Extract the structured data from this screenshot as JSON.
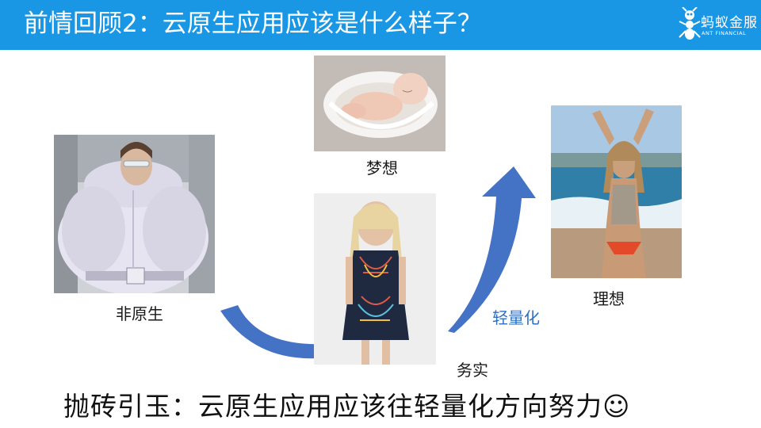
{
  "header": {
    "title": "前情回顾2：云原生应用应该是什么样子？",
    "logo_name": "蚂蚁金服",
    "logo_sub": "ANT FINANCIAL",
    "logo_icon": "ant-icon",
    "background": "#1997e4"
  },
  "photos": {
    "non_native": {
      "caption": "非原生",
      "depiction": "woman-in-oversized-puffer-jacket"
    },
    "dream": {
      "caption": "梦想",
      "depiction": "sleeping-newborn-baby"
    },
    "reality": {
      "caption": "务实",
      "depiction": "woman-in-embroidered-dress"
    },
    "ideal": {
      "caption": "理想",
      "depiction": "woman-on-beach"
    }
  },
  "arrow_label": "轻量化",
  "arrow_color": "#4472c4",
  "bottom_text": "抛砖引玉：云原生应用应该往轻量化方向努力☺"
}
